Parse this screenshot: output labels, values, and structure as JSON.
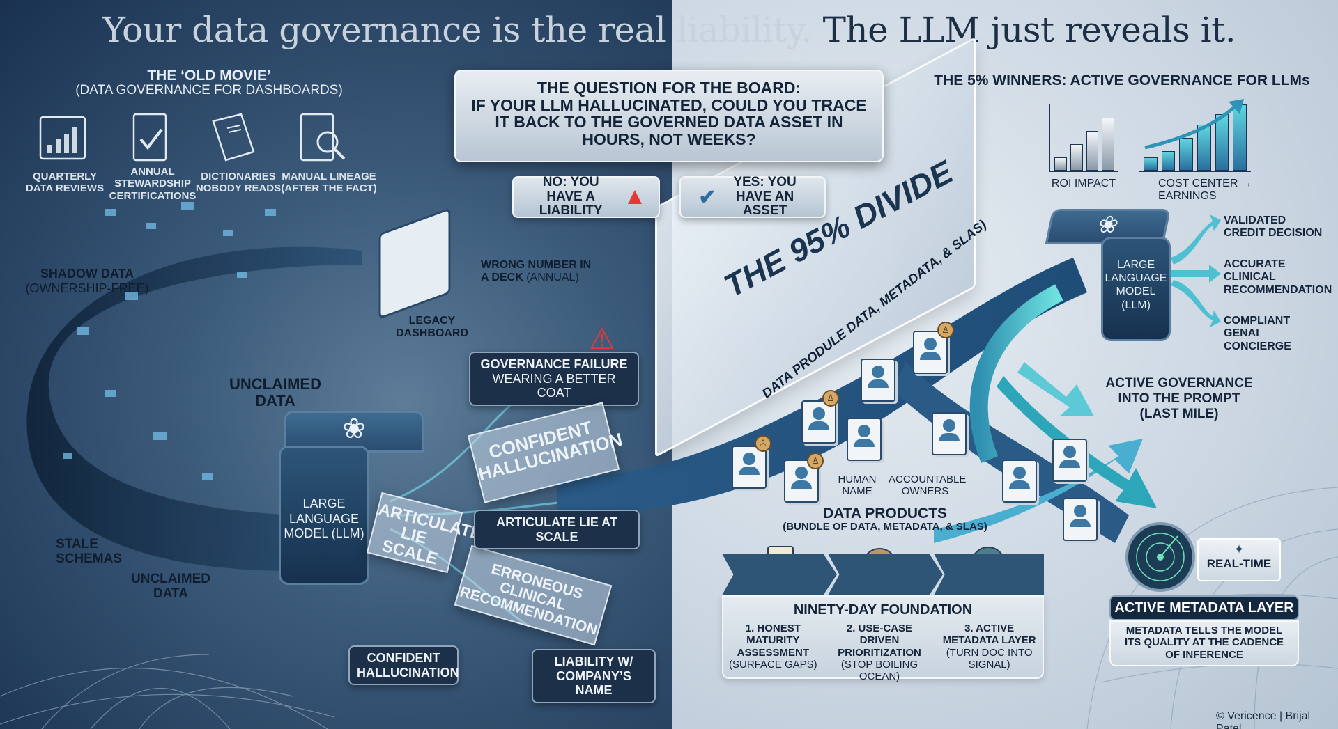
{
  "title": {
    "part1": "Your data governance is the real liability.",
    "part2": "The LLM just reveals it."
  },
  "old_movie": {
    "heading": "THE ‘OLD MOVIE’",
    "subheading": "(DATA GOVERNANCE FOR DASHBOARDS)",
    "items": [
      {
        "icon": "bar-chart-report-icon",
        "label": "QUARTERLY DATA REVIEWS"
      },
      {
        "icon": "checked-document-icon",
        "label": "ANNUAL STEWARDSHIP CERTIFICATIONS"
      },
      {
        "icon": "book-icon",
        "label": "DICTIONARIES NOBODY READS"
      },
      {
        "icon": "document-magnifier-icon",
        "label": "MANUAL LINEAGE (AFTER THE FACT)"
      }
    ]
  },
  "left_labels": {
    "shadow_data": "SHADOW DATA",
    "shadow_data_sub": "(OWNERSHIP-FREE)",
    "unclaimed_data_1": "UNCLAIMED DATA",
    "stale_schemas": "STALE SCHEMAS",
    "unclaimed_data_2": "UNCLAIMED DATA",
    "wrong_number": "WRONG NUMBER IN A DECK",
    "wrong_number_sub": "(ANNUAL)",
    "legacy_dashboard": "LEGACY DASHBOARD"
  },
  "board": {
    "line1": "THE QUESTION FOR THE BOARD:",
    "line2": "IF YOUR LLM HALLUCINATED, COULD YOU TRACE IT BACK TO THE GOVERNED DATA ASSET IN HOURS, NOT WEEKS?",
    "no_answer": "NO: YOU HAVE A LIABILITY",
    "yes_answer": "YES: YOU HAVE AN ASSET"
  },
  "left_llm": {
    "label": "LARGE LANGUAGE MODEL (LLM)"
  },
  "failure": {
    "callout_title": "GOVERNANCE FAILURE",
    "callout_sub": "WEARING A BETTER COAT",
    "card_confident": "CONFIDENT HALLUCINATION",
    "card_articulate": "ARTICULATEE LIE SCALE",
    "card_erroneous": "ERRONEOUS CLINICAL RECOMMENDATION",
    "articulate_label": "ARTICULATE LIE AT SCALE",
    "confident_label": "CONFIDENT HALLUCINATION",
    "liability_label": "LIABILITY W/ COMPANY’S NAME"
  },
  "divide": {
    "title": "THE 95% DIVIDE",
    "band": "DATA PRODULE DATA, METADATA, & SLAS)"
  },
  "data_products": {
    "human_name": "HUMAN NAME",
    "accountable_owners": "ACCOUNTABLE OWNERS",
    "title": "DATA PRODUCTS",
    "subtitle": "(BUNDLE OF DATA, METADATA, & SLAS)"
  },
  "winners": {
    "heading": "THE 5% WINNERS: ACTIVE GOVERNANCE FOR LLMs",
    "roi_label": "ROI IMPACT",
    "earnings_label": "COST CENTER → EARNINGS",
    "roi_bars": [
      0.2,
      0.4,
      0.6,
      0.8
    ],
    "earnings_bars": [
      0.2,
      0.3,
      0.5,
      0.7,
      0.85,
      1.0
    ]
  },
  "right_llm": {
    "label": "LARGE LANGUAGE MODEL (LLM)"
  },
  "outcomes": [
    "VALIDATED CREDIT DECISION",
    "ACCURATE CLINICAL RECOMMENDATION",
    "COMPLIANT GENAI CONCIERGE"
  ],
  "active_gov": "ACTIVE GOVERNANCE INTO THE PROMPT (LAST MILE)",
  "foundation": {
    "title": "NINETY-DAY FOUNDATION",
    "steps": [
      {
        "bold": "1. HONEST MATURITY ASSESSMENT",
        "light": "(SURFACE GAPS)"
      },
      {
        "bold": "2. USE-CASE DRIVEN PRIORITIZATION",
        "light": "(STOP BOILING OCEAN)"
      },
      {
        "bold": "3. ACTIVE METADATA LAYER",
        "light": "(TURN DOC INTO SIGNAL)"
      }
    ]
  },
  "metadata_layer": {
    "realtime": "REAL-TIME",
    "title": "ACTIVE METADATA LAYER",
    "desc": "METADATA TELLS THE MODEL ITS QUALITY AT THE CADENCE OF INFERENCE"
  },
  "credit": "© Vericence | Brijal Patel",
  "colors": {
    "navy": "#1c3350",
    "teal": "#4fd0d6",
    "alert": "#e53935",
    "light": "#cdd8e3"
  }
}
